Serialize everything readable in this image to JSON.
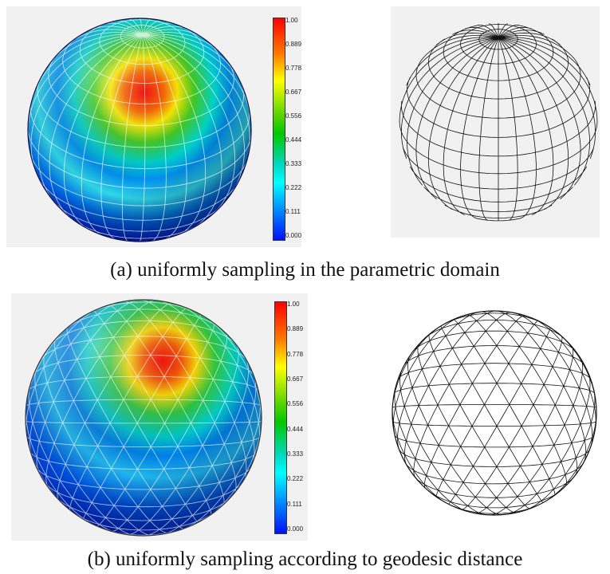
{
  "captions": {
    "a": "(a) uniformly sampling in the parametric domain",
    "b": "(b) uniformly sampling according to geodesic distance"
  },
  "colorbar": {
    "ticks": [
      "1.00",
      "0.889",
      "0.778",
      "0.667",
      "0.556",
      "0.444",
      "0.333",
      "0.222",
      "0.111",
      "0.000"
    ]
  },
  "colors": {
    "peak": "#ff0000",
    "low": "#0010ff",
    "mesh_line": "#111111",
    "background": "#f1f1f1"
  }
}
